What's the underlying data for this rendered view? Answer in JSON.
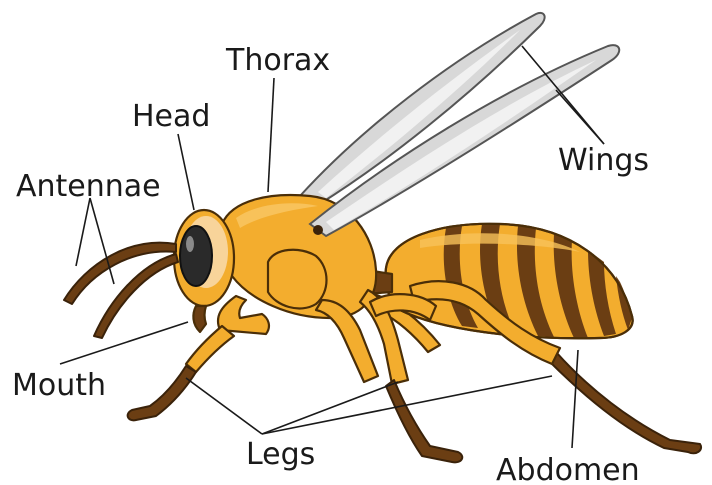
{
  "labels": {
    "thorax": "Thorax",
    "head": "Head",
    "antennae": "Antennae",
    "wings": "Wings",
    "mouth": "Mouth",
    "legs": "Legs",
    "abdomen": "Abdomen"
  },
  "colors": {
    "body": "#f3ad2e",
    "stripes": "#6b3e13",
    "wings": "#d8d8d8",
    "label_text": "#1a1a1a"
  }
}
